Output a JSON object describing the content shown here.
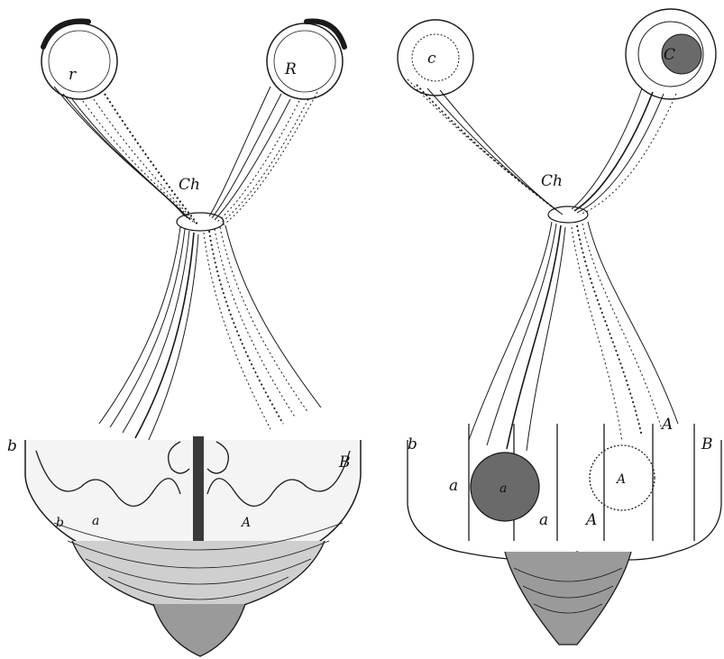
{
  "colors": {
    "ink": "#1a1a1a",
    "paper": "#ffffff",
    "shade": "#3a3a3a"
  },
  "left_diagram": {
    "labels": {
      "r": "r",
      "R": "R",
      "Ch": "Ch",
      "b": "b",
      "B": "B",
      "a": "a",
      "A": "A",
      "b_small": "b"
    }
  },
  "right_diagram": {
    "labels": {
      "c_left": "c",
      "c_right": "C",
      "Ch": "Ch",
      "b": "b",
      "B": "B",
      "a_left": "a",
      "a_mid": "a",
      "a_bottom": "a",
      "A_right": "A",
      "A_center": "A",
      "A_bottom": "A"
    }
  }
}
